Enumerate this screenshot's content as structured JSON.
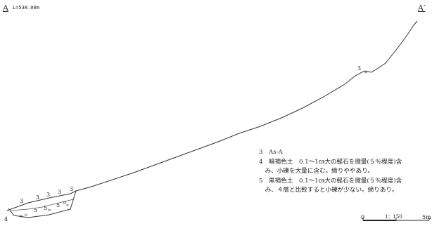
{
  "section": {
    "start_label": "A",
    "end_label": "A′",
    "elevation_label": "L=538.00m"
  },
  "layer_markers": {
    "three": "3",
    "four": "4",
    "five": "5"
  },
  "legend": [
    {
      "text": "3　As-A"
    },
    {
      "text": "4　暗褐色土　0.1～1㎝大の軽石を微量(５％程度)含"
    },
    {
      "text": "　み、小礫を大量に含む。締りややあり。"
    },
    {
      "text": "5　黒褐色土　0.1～1㎝大の軽石を微量(５％程度)含"
    },
    {
      "text": "　み、４層と比較すると小礫が少ない。締りあり。"
    }
  ],
  "scale": {
    "zero": "0",
    "ratio": "1：150",
    "max": "5m"
  }
}
